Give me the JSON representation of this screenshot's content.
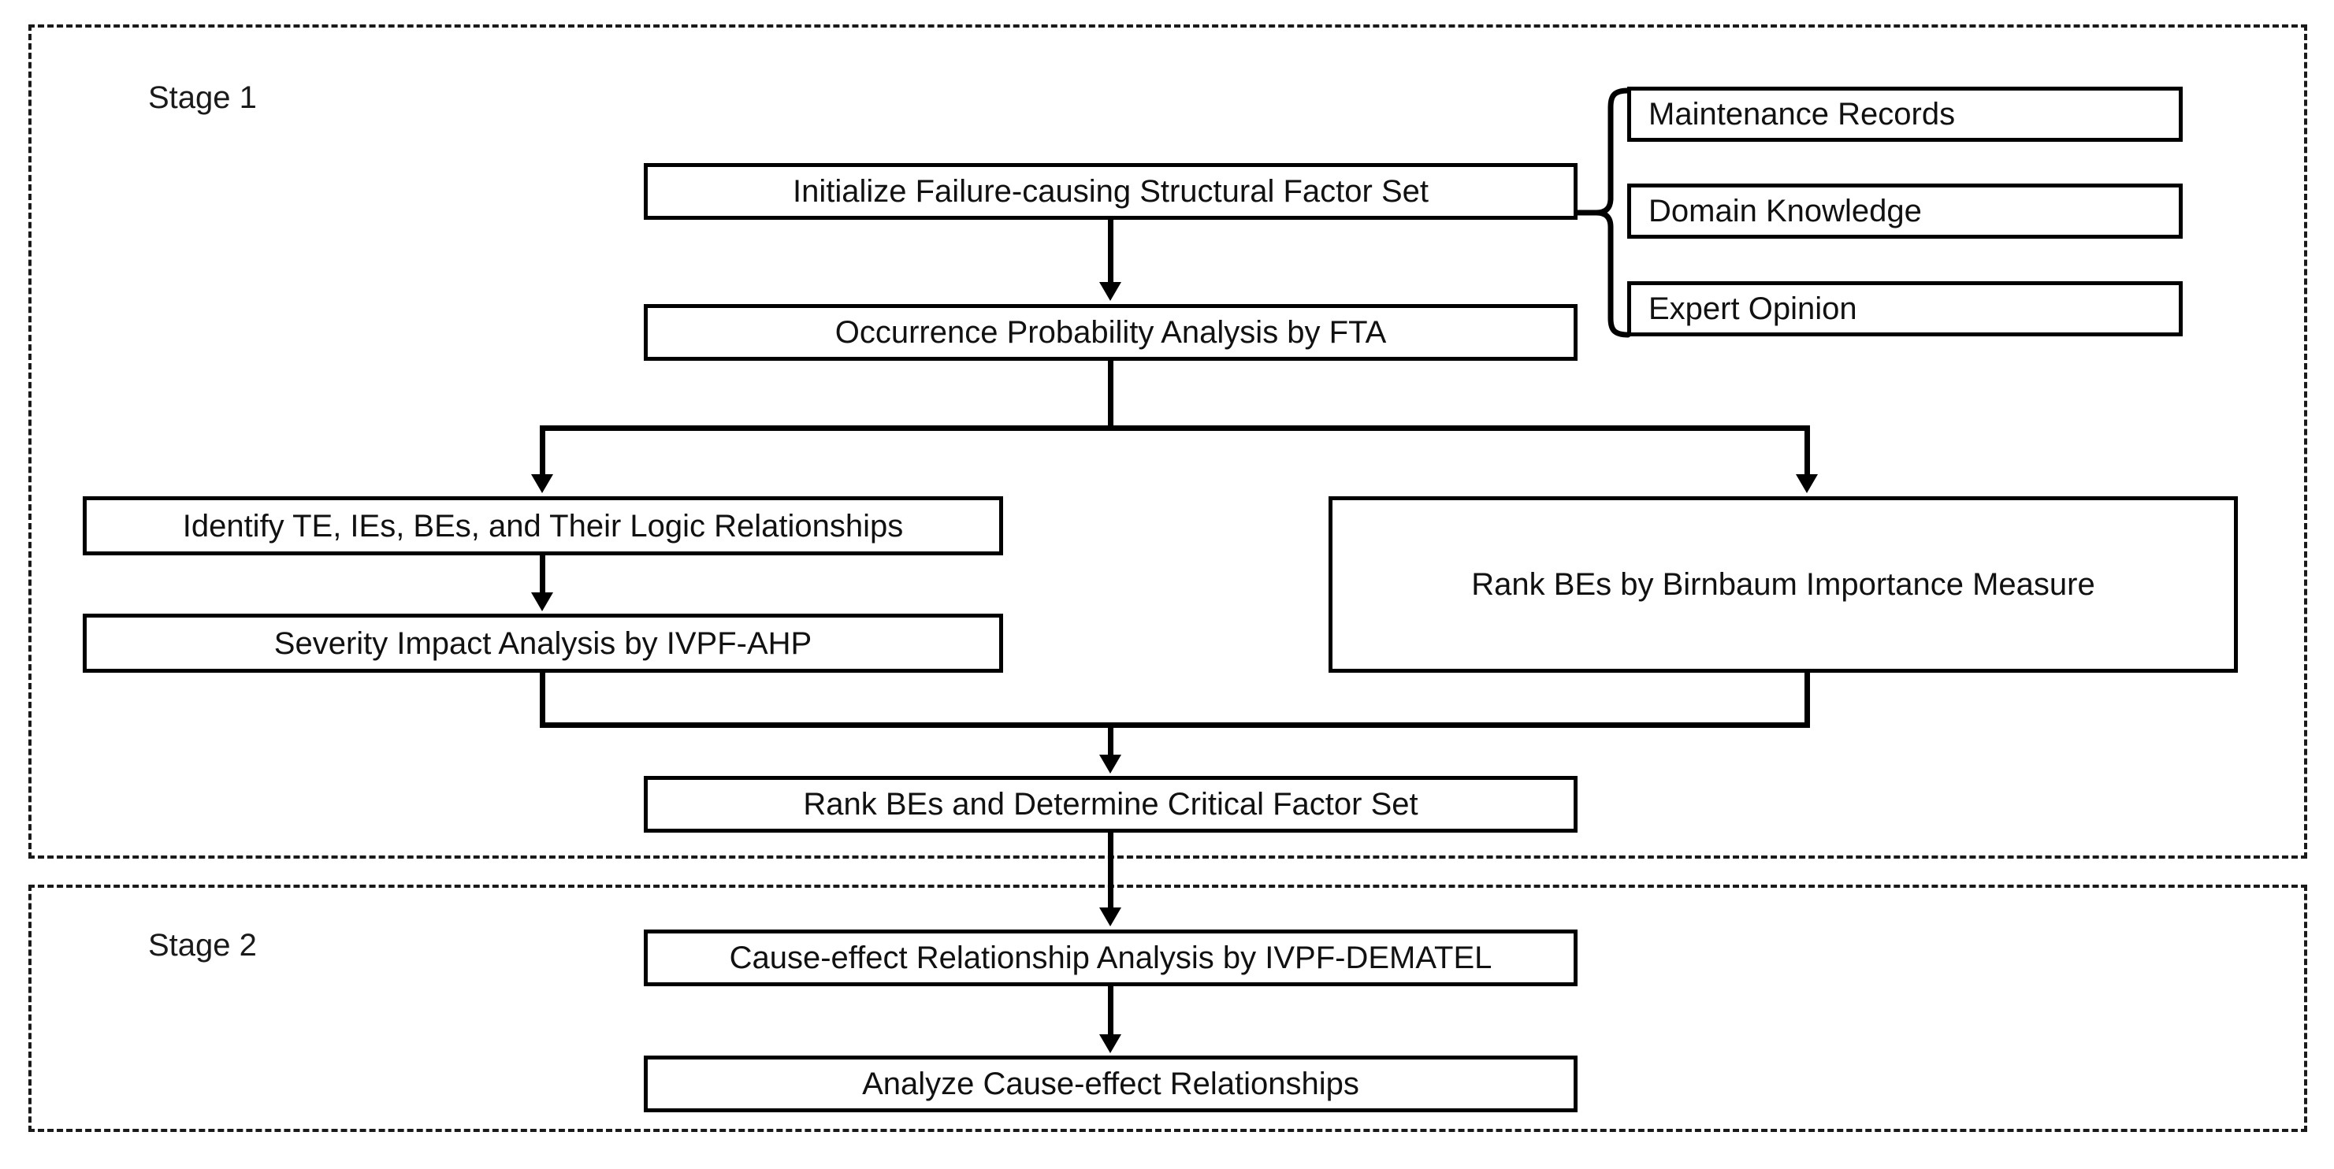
{
  "diagram": {
    "title": "Two-stage failure analysis framework flowchart",
    "stages": [
      {
        "id": "stage-1",
        "label": "Stage 1"
      },
      {
        "id": "stage-2",
        "label": "Stage 2"
      }
    ],
    "nodes": {
      "initialize": "Initialize Failure-causing Structural Factor Set",
      "occurrence": "Occurrence Probability Analysis by FTA",
      "identify": "Identify TE, IEs, BEs, and Their Logic Relationships",
      "severity": "Severity Impact Analysis by IVPF-AHP",
      "birnbaum": "Rank BEs by Birnbaum Importance Measure",
      "rank_determine": "Rank BEs and Determine Critical Factor Set",
      "dematel": "Cause-effect Relationship Analysis by IVPF-DEMATEL",
      "analyze": "Analyze Cause-effect Relationships"
    },
    "sources": [
      "Maintenance Records",
      "Domain Knowledge",
      "Expert Opinion"
    ],
    "colors": {
      "node_border": "#000000",
      "node_fill": "#ffffff",
      "connector": "#000000",
      "frame_border": "#1a1a1a",
      "text": "#111111",
      "background": "#ffffff"
    }
  }
}
